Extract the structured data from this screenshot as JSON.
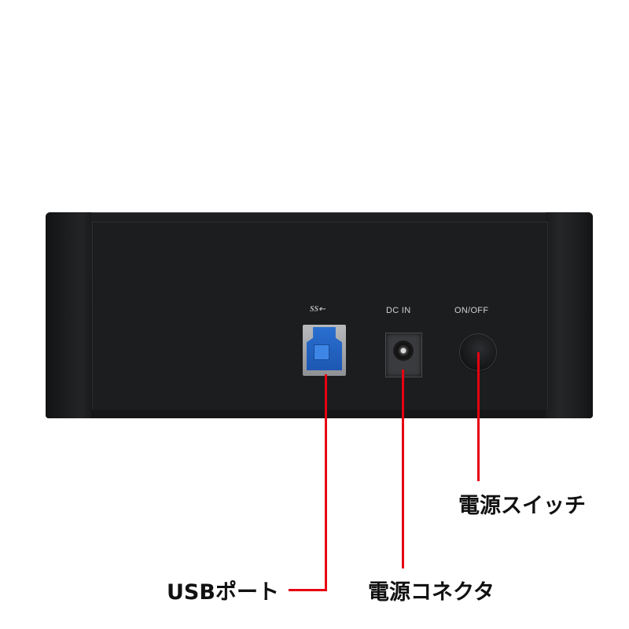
{
  "device": {
    "port_labels": {
      "usb_logo": "SS",
      "dc_in": "DC IN",
      "power_switch": "ON/OFF"
    }
  },
  "callouts": [
    {
      "label": "USBポート",
      "target": "usb-port"
    },
    {
      "label": "電源コネクタ",
      "target": "dc-in-jack"
    },
    {
      "label": "電源スイッチ",
      "target": "power-switch"
    }
  ],
  "colors": {
    "leader_line": "#e60012",
    "device_body": "#1c1d1f",
    "usb_port": "#2a6fd0"
  }
}
